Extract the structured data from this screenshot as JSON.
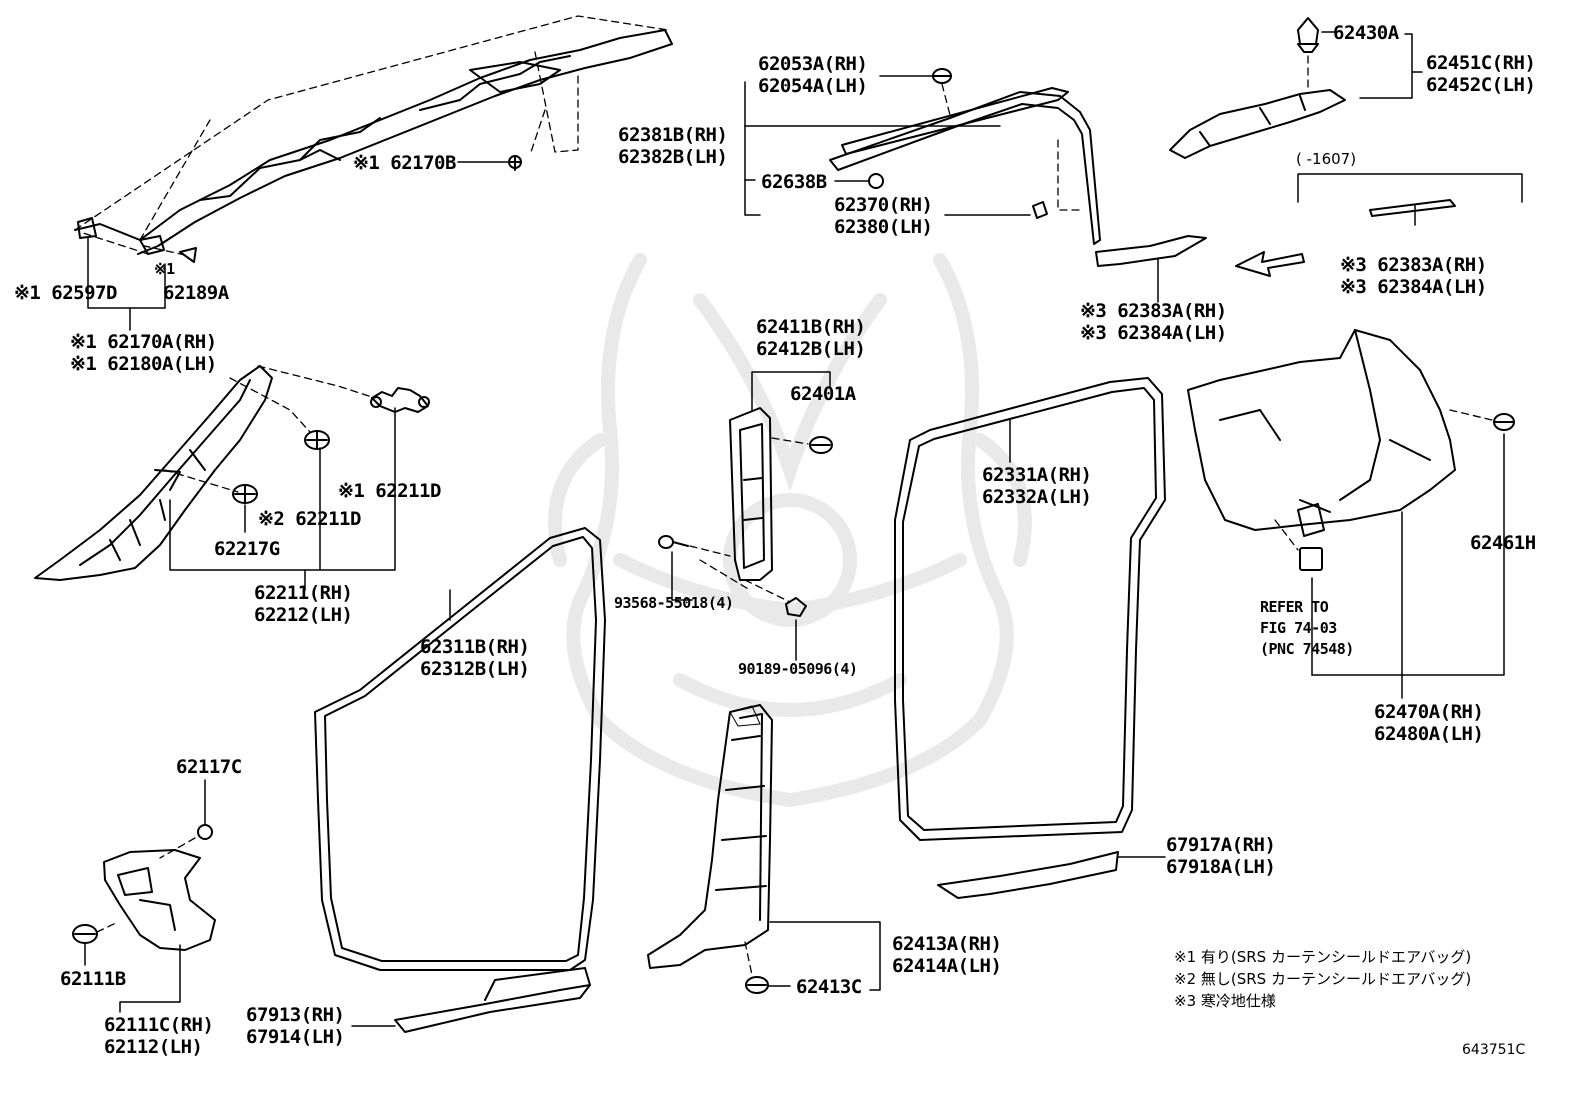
{
  "labels": {
    "p62170B": "※1 62170B",
    "p62597D": "※1 62597D",
    "p62189A_mark": "※1",
    "p62189A": "62189A",
    "p62170A": [
      "※1 62170A(RH)",
      "※1 62180A(LH)"
    ],
    "p62211D_1": "※1 62211D",
    "p62211D_2": "※2 62211D",
    "p62217G": "62217G",
    "p62211": [
      "62211(RH)",
      "62212(LH)"
    ],
    "p62053A": [
      "62053A(RH)",
      "62054A(LH)"
    ],
    "p62381B": [
      "62381B(RH)",
      "62382B(LH)"
    ],
    "p62638B": "62638B",
    "p62370": [
      "62370(RH)",
      "62380(LH)"
    ],
    "p62430A": "62430A",
    "p62451C": [
      "62451C(RH)",
      "62452C(LH)"
    ],
    "range": "(      -1607)",
    "p62383A_upper": [
      "※3 62383A(RH)",
      "※3 62384A(LH)"
    ],
    "p62383A_lower": [
      "※3 62383A(RH)",
      "※3 62384A(LH)"
    ],
    "p62411B": [
      "62411B(RH)",
      "62412B(LH)"
    ],
    "p62401A": "62401A",
    "p93568": "93568-55018(4)",
    "p90189": "90189-05096(4)",
    "p62331A": [
      "62331A(RH)",
      "62332A(LH)"
    ],
    "p62311B": [
      "62311B(RH)",
      "62312B(LH)"
    ],
    "p62461H": "62461H",
    "refer": [
      "REFER TO",
      "FIG 74-03",
      "(PNC 74548)"
    ],
    "p62470A": [
      "62470A(RH)",
      "62480A(LH)"
    ],
    "p62117C": "62117C",
    "p62111B": "62111B",
    "p62111C": [
      "62111C(RH)",
      "62112(LH)"
    ],
    "p62413A": [
      "62413A(RH)",
      "62414A(LH)"
    ],
    "p62413C": "62413C",
    "p67917A": [
      "67917A(RH)",
      "67918A(LH)"
    ],
    "p67913": [
      "67913(RH)",
      "67914(LH)"
    ]
  },
  "notes": [
    "※1 有り(SRS カーテンシールドエアバッグ)",
    "※2 無し(SRS カーテンシールドエアバッグ)",
    "※3 寒冷地仕様"
  ],
  "figure_code": "643751C",
  "colors": {
    "ink": "#000000",
    "watermark": "#e6e6e6",
    "paper": "#ffffff"
  }
}
